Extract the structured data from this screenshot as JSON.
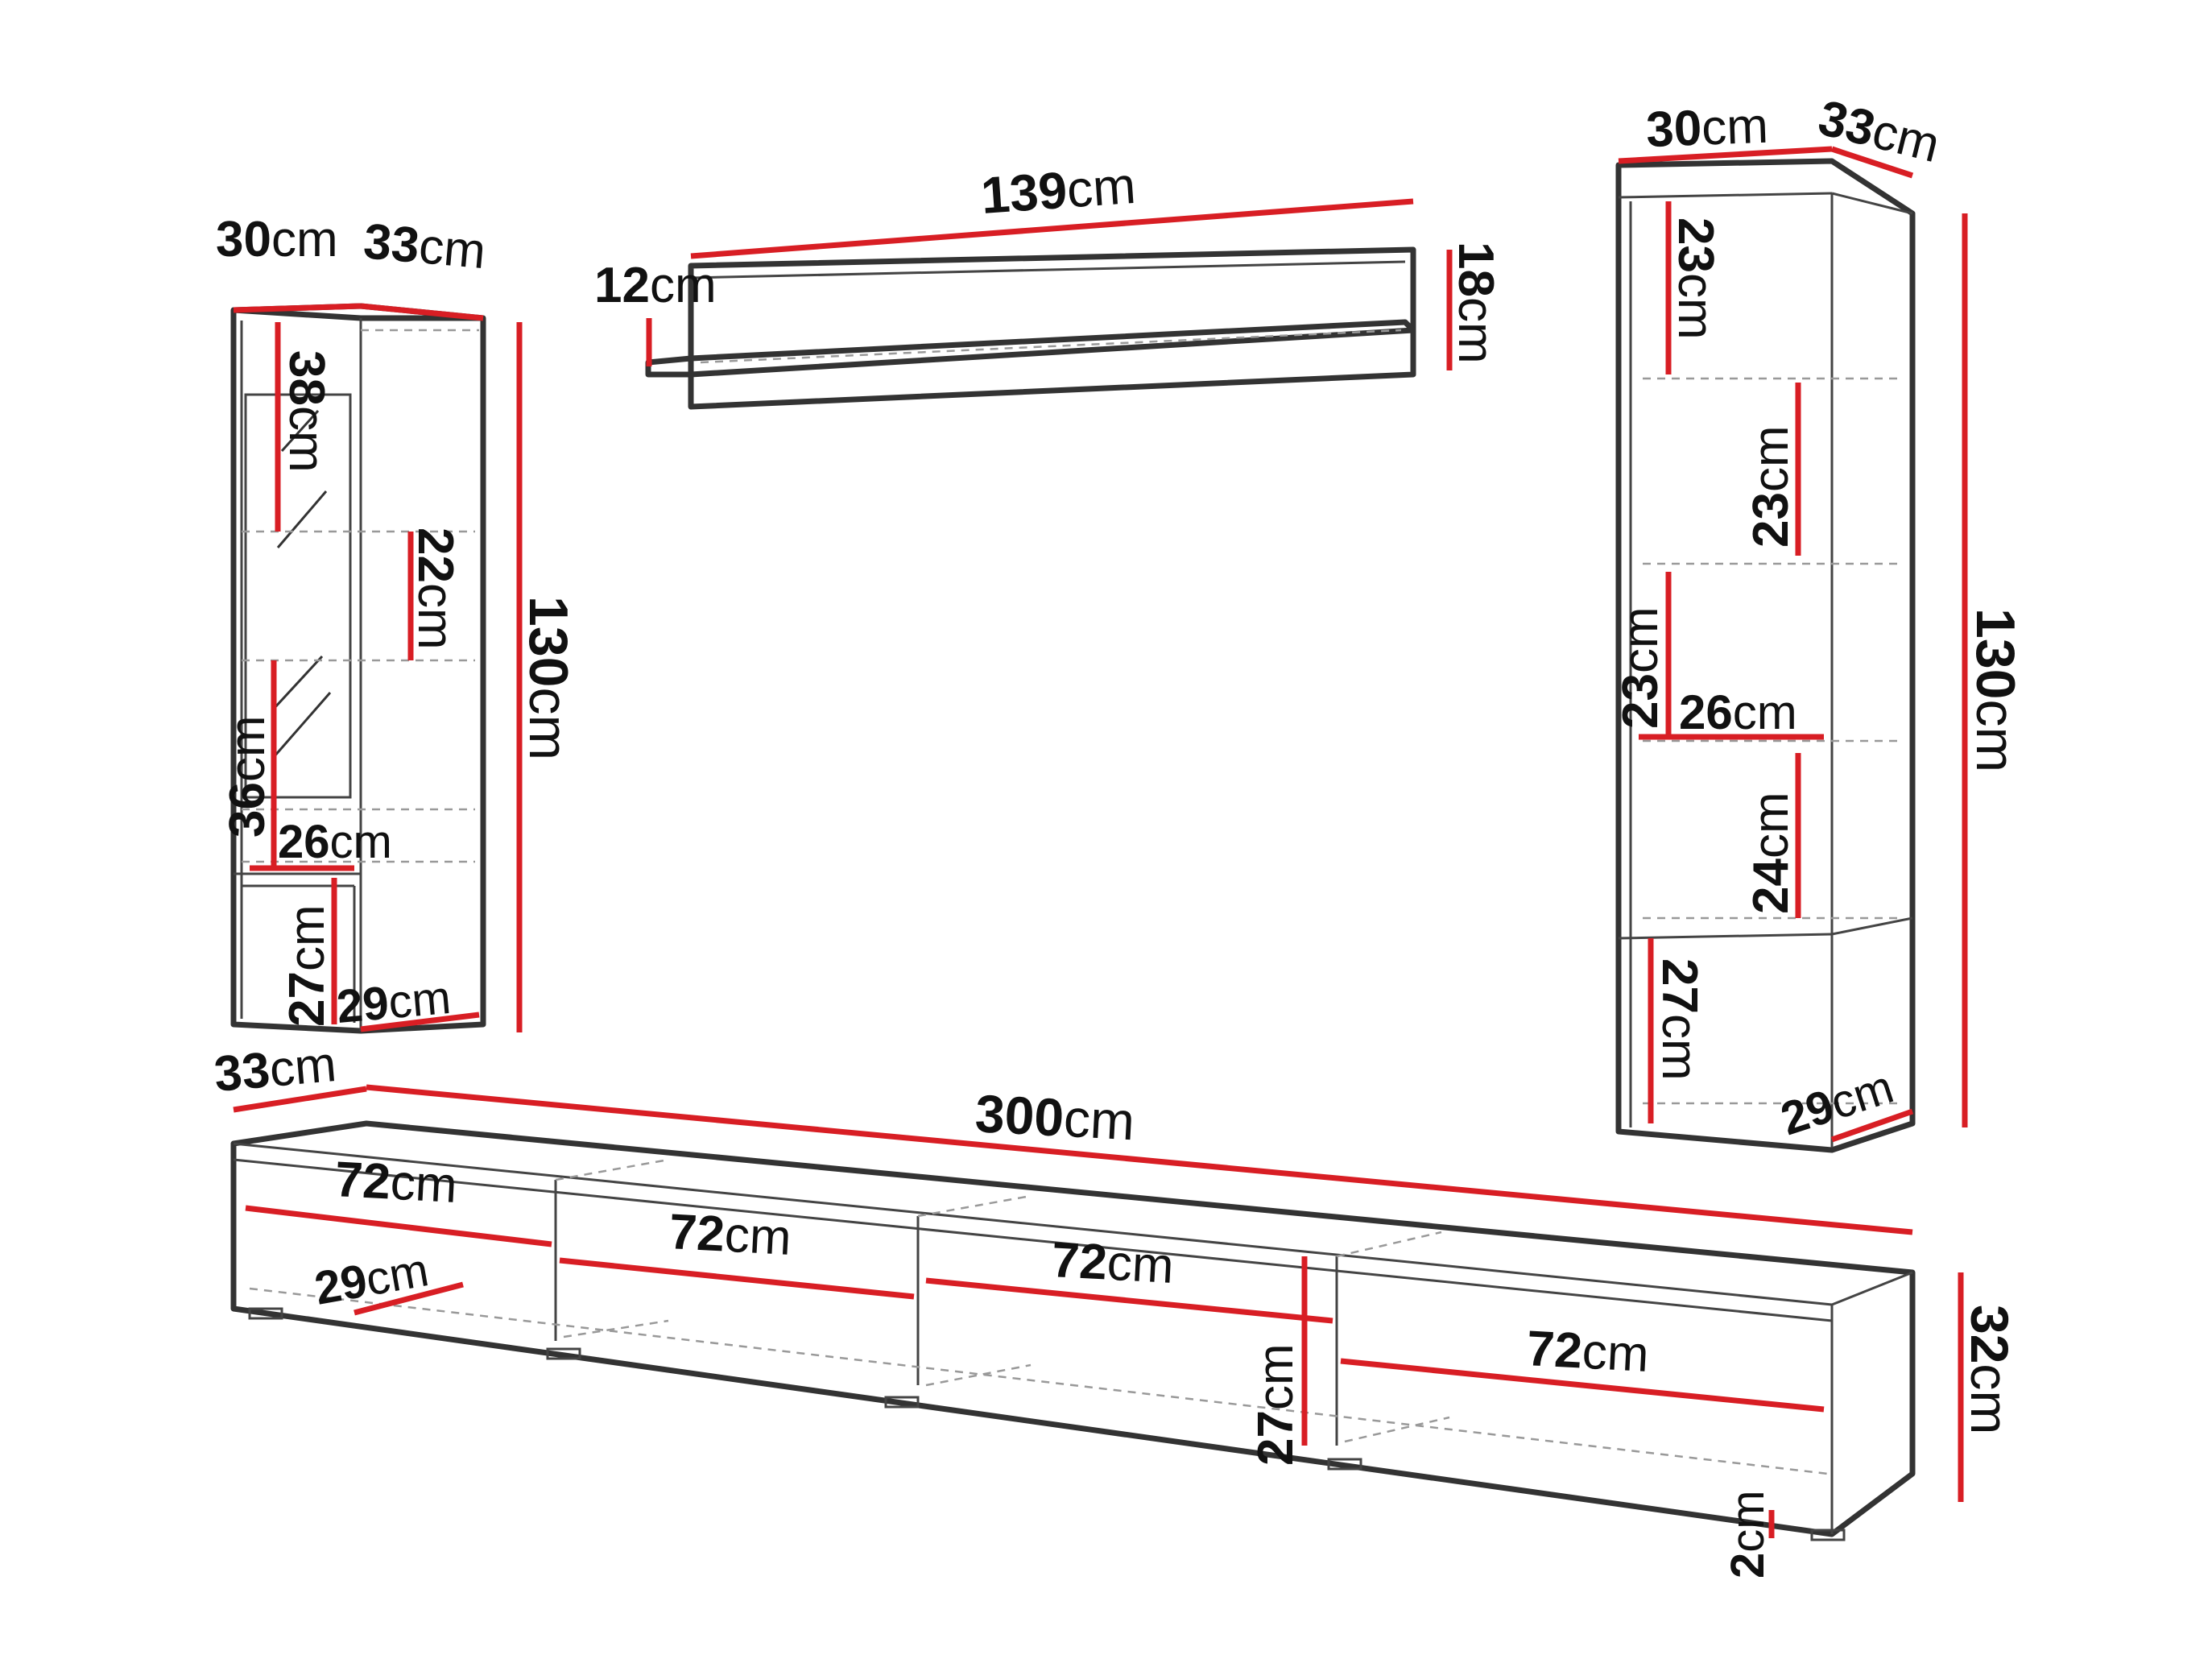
{
  "colors": {
    "dimension_line": "#d81e24",
    "outline": "#333333",
    "hidden_edge": "#999999",
    "text": "#111111"
  },
  "unit": "cm",
  "left_cabinet": {
    "width": "30",
    "depth": "33",
    "height": "130",
    "glass_upper_height": "38",
    "shelf_gap": "22",
    "glass_lower_height": "36",
    "inner_width": "26",
    "bottom_height": "27",
    "bottom_depth": "29"
  },
  "wall_shelf": {
    "width": "139",
    "depth": "12",
    "height": "18"
  },
  "right_cabinet": {
    "width": "30",
    "depth": "33",
    "height": "130",
    "shelf_1": "23",
    "shelf_2": "23",
    "shelf_3": "23",
    "inner_width": "26",
    "shelf_4": "24",
    "bottom_height": "27",
    "bottom_depth": "29"
  },
  "tv_bench": {
    "depth": "33",
    "width": "300",
    "compartment_1": "72",
    "compartment_depth": "29",
    "compartment_2": "72",
    "compartment_3": "72",
    "compartment_4": "72",
    "inner_height": "27",
    "height": "32",
    "leg_height": "2"
  }
}
